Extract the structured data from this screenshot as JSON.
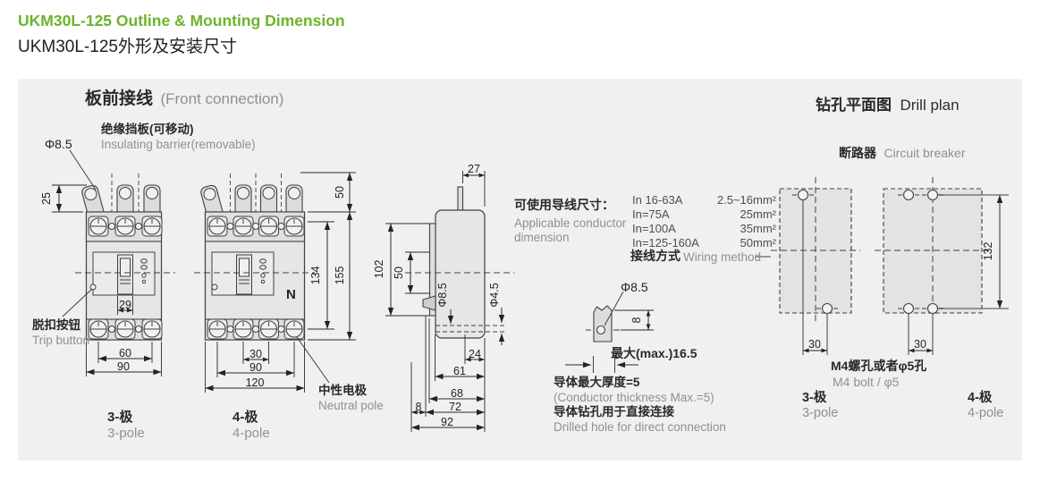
{
  "page": {
    "title_en": "UKM30L-125 Outline & Mounting Dimension",
    "title_zh": "UKM30L-125外形及安装尺寸"
  },
  "front": {
    "heading_zh": "板前接线",
    "heading_en": "(Front connection)",
    "barrier_zh": "绝缘挡板(可移动)",
    "barrier_en": "Insulating barrier(removable)",
    "hole_dia": "Φ8.5",
    "dim_25": "25",
    "dim_50": "50",
    "dim_29": "29",
    "dim_134": "134",
    "dim_155": "155",
    "dim_60": "60",
    "dim_90_3p": "90",
    "dim_30": "30",
    "dim_90_4p": "90",
    "dim_120": "120",
    "trip_zh": "脱扣按钮",
    "trip_en": "Trip button",
    "neutral_zh": "中性电极",
    "neutral_en": "Neutral pole",
    "n_mark": "N",
    "pole3_zh": "3-极",
    "pole3_en": "3-pole",
    "pole4_zh": "4-极",
    "pole4_en": "4-pole"
  },
  "side": {
    "dim_27": "27",
    "dim_102": "102",
    "dim_50": "50",
    "phi_85": "Φ8.5",
    "phi_45": "Φ4.5",
    "dim_24": "24",
    "dim_61": "61",
    "dim_68": "68",
    "dim_72": "72",
    "dim_8": "8",
    "dim_92": "92"
  },
  "conductor": {
    "heading_zh": "可使用导线尺寸：",
    "heading_en_1": "Applicable conductor",
    "heading_en_2": "dimension",
    "rows": [
      {
        "current": "In 16-63A",
        "size": "2.5~16mm²"
      },
      {
        "current": "In=75A",
        "size": "25mm²"
      },
      {
        "current": "In=100A",
        "size": "35mm²"
      },
      {
        "current": "In=125-160A",
        "size": "50mm²"
      }
    ],
    "wiring_zh": "接线方式",
    "wiring_en": "Wiring method",
    "detail_phi": "Φ8.5",
    "detail_8": "8",
    "detail_max": "最大(max.)16.5",
    "note1_zh": "导体最大厚度=5",
    "note1_en": "(Conductor thickness Max.=5)",
    "note2_zh": "导体钻孔用于直接连接",
    "note2_en": "Drilled hole for direct connection"
  },
  "drill": {
    "heading_zh": "钻孔平面图",
    "heading_en": "Drill plan",
    "breaker_zh": "断路器",
    "breaker_en": "Circuit breaker",
    "dim_132": "132",
    "dim_30_3p": "30",
    "dim_30_4p": "30",
    "bolt_zh": "M4螺孔或者φ5孔",
    "bolt_en": "M4 bolt / φ5",
    "pole3_zh": "3-极",
    "pole3_en": "3-pole",
    "pole4_zh": "4-极",
    "pole4_en": "4-pole"
  },
  "colors": {
    "accent_green": "#6cb42d",
    "panel_bg": "#f0f0f2",
    "line": "#3f4042"
  }
}
